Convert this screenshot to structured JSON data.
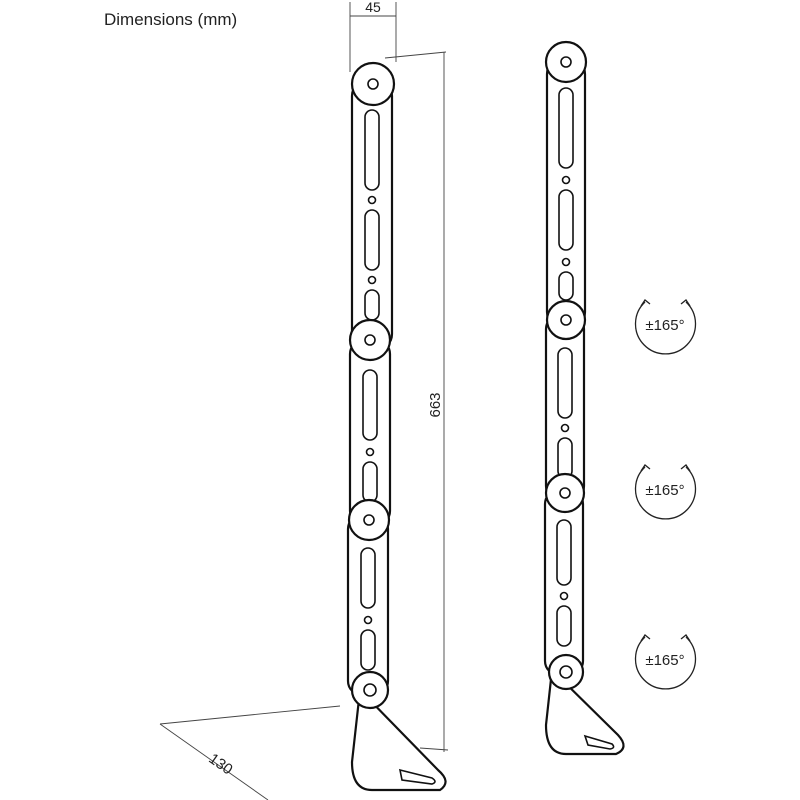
{
  "title": "Dimensions (mm)",
  "dimensions": {
    "width": "45",
    "height": "663",
    "depth": "130"
  },
  "rotation_labels": [
    "±165°",
    "±165°",
    "±165°"
  ],
  "colors": {
    "line": "#111111",
    "background": "#ffffff"
  }
}
